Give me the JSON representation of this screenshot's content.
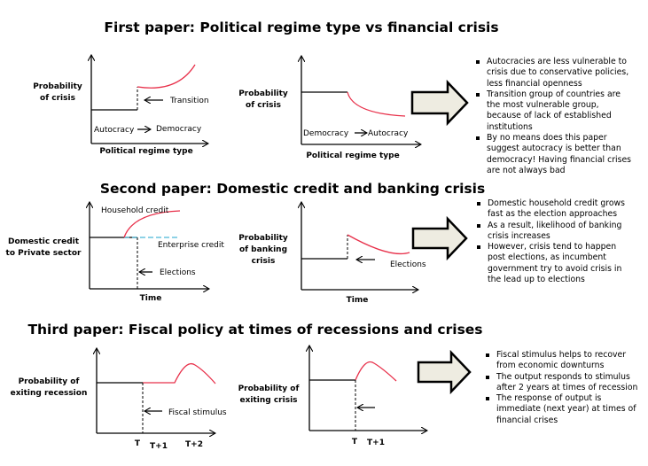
{
  "sections": [
    {
      "title": "First paper: Political regime type vs financial crisis",
      "chart_left": {
        "ylabel": [
          "Probability",
          "of crisis"
        ],
        "xlabel": "Political regime type",
        "axis_text_from": "Autocracy",
        "axis_text_to": "Democracy",
        "annotation": "Transition"
      },
      "chart_right": {
        "ylabel": [
          "Probability",
          "of crisis"
        ],
        "xlabel": "Political regime type",
        "axis_text_from": "Democracy",
        "axis_text_to": "Autocracy"
      },
      "bullets": [
        "Autocracies are less vulnerable to crisis due to conservative policies, less financial openness",
        "Transition group of countries are the most vulnerable group, because of lack of established institutions",
        "By no means does this paper suggest autocracy is better than democracy! Having financial crises are not always bad"
      ]
    },
    {
      "title": "Second paper: Domestic credit and banking crisis",
      "chart_left": {
        "ylabel": [
          "Domestic credit",
          "to Private sector"
        ],
        "xlabel": "Time",
        "series_top": "Household credit",
        "series_flat": "Enterprise credit",
        "annotation": "Elections"
      },
      "chart_right": {
        "ylabel": [
          "Probability",
          "of banking",
          "crisis"
        ],
        "xlabel": "Time",
        "annotation": "Elections"
      },
      "bullets": [
        "Domestic household credit grows fast as the election approaches",
        "As a result, likelihood of banking crisis increases",
        "However, crisis tend to happen post elections, as incumbent government try to avoid crisis in the lead up  to elections"
      ]
    },
    {
      "title": "Third paper: Fiscal policy at times of recessions and crises",
      "chart_left": {
        "ylabel": [
          "Probability of",
          "exiting recession"
        ],
        "annotation": "Fiscal stimulus",
        "ticks": [
          "T",
          "T+1",
          "T+2"
        ]
      },
      "chart_right": {
        "ylabel": [
          "Probability of",
          "exiting crisis"
        ],
        "ticks": [
          "T",
          "T+1"
        ]
      },
      "bullets": [
        "Fiscal stimulus helps to recover from economic downturns",
        "The output responds to stimulus after 2 years at times of recession",
        "The response of output is immediate (next year) at times of financial crises"
      ]
    }
  ],
  "colors": {
    "curve": "#e8304a",
    "enterprise": "#4bb8d8",
    "arrow_fill": "#eeece1"
  }
}
